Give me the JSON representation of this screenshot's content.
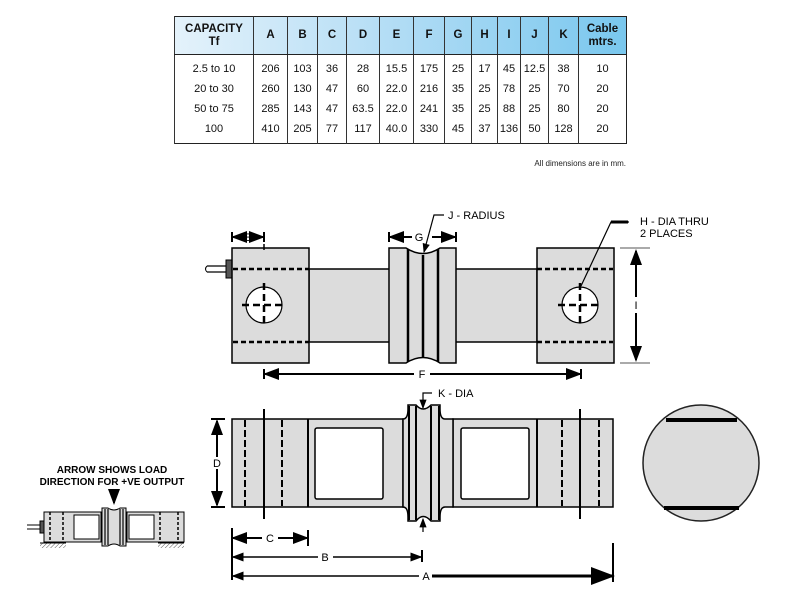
{
  "table": {
    "headers": [
      {
        "line1": "CAPACITY",
        "line2": "Tf"
      },
      {
        "line1": "A",
        "line2": ""
      },
      {
        "line1": "B",
        "line2": ""
      },
      {
        "line1": "C",
        "line2": ""
      },
      {
        "line1": "D",
        "line2": ""
      },
      {
        "line1": "E",
        "line2": ""
      },
      {
        "line1": "F",
        "line2": ""
      },
      {
        "line1": "G",
        "line2": ""
      },
      {
        "line1": "H",
        "line2": ""
      },
      {
        "line1": "I",
        "line2": ""
      },
      {
        "line1": "J",
        "line2": ""
      },
      {
        "line1": "K",
        "line2": ""
      },
      {
        "line1": "Cable",
        "line2": "mtrs."
      }
    ],
    "rows": [
      [
        "2.5 to 10",
        "206",
        "103",
        "36",
        "28",
        "15.5",
        "175",
        "25",
        "17",
        "45",
        "12.5",
        "38",
        "10"
      ],
      [
        "20 to 30",
        "260",
        "130",
        "47",
        "60",
        "22.0",
        "216",
        "35",
        "25",
        "78",
        "25",
        "70",
        "20"
      ],
      [
        "50 to 75",
        "285",
        "143",
        "47",
        "63.5",
        "22.0",
        "241",
        "35",
        "25",
        "88",
        "25",
        "80",
        "20"
      ],
      [
        "100",
        "410",
        "205",
        "77",
        "117",
        "40.0",
        "330",
        "45",
        "37",
        "136",
        "50",
        "128",
        "20"
      ]
    ],
    "note": "All dimensions are in mm."
  },
  "labels": {
    "E": "E",
    "G": "G",
    "F": "F",
    "I": "I",
    "J": "J - RADIUS",
    "H_line1": "H - DIA THRU",
    "H_line2": "2 PLACES",
    "K": "K - DIA",
    "D": "D",
    "C": "C",
    "B": "B",
    "A": "A",
    "load_line1": "ARROW SHOWS LOAD",
    "load_line2": "DIRECTION FOR +VE OUTPUT"
  },
  "colors": {
    "body_fill": "#dcdcdc",
    "line": "#000000",
    "header_light": "#e4f2fb",
    "header_dark": "#79c7ee"
  }
}
